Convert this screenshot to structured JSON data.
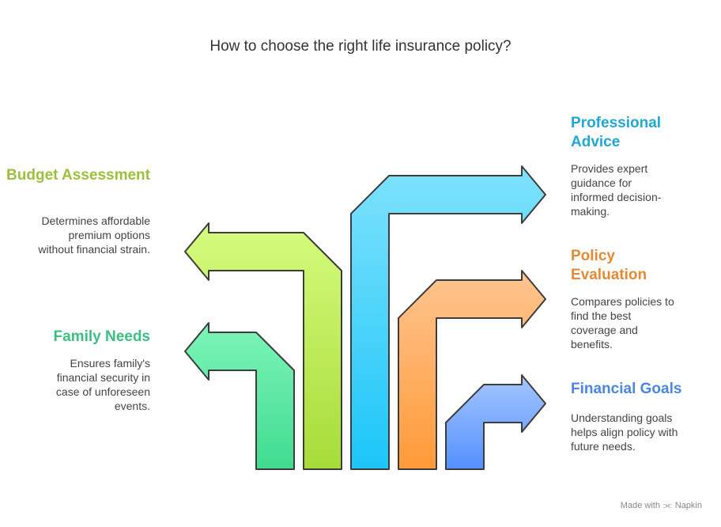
{
  "title": "How to choose the right life insurance policy?",
  "items": [
    {
      "id": "budget",
      "heading": "Budget Assessment",
      "description": "Determines affordable premium options without financial strain.",
      "color": "#9bc13a"
    },
    {
      "id": "family",
      "heading": "Family Needs",
      "description": "Ensures family's financial security in case of unforeseen events.",
      "color": "#3bbf82"
    },
    {
      "id": "professional",
      "heading": "Professional Advice",
      "description": "Provides expert guidance for informed decision-making.",
      "color": "#1fa7d6"
    },
    {
      "id": "policy",
      "heading": "Policy Evaluation",
      "description": "Compares policies to find the best coverage and benefits.",
      "color": "#e68a32"
    },
    {
      "id": "financial",
      "heading": "Financial Goals",
      "description": "Understanding goals helps align policy with future needs.",
      "color": "#4a86e0"
    }
  ],
  "credit": {
    "text": "Made with",
    "brand": "Napkin"
  }
}
